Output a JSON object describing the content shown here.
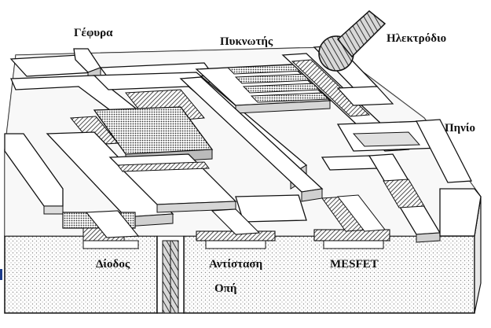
{
  "labels": {
    "bridge": "Γέφυρα",
    "capacitor": "Πυκνωτής",
    "electrode": "Ηλεκτρόδιο",
    "inductor": "Πηνίο",
    "diode": "Δίοδος",
    "resistor": "Αντίσταση",
    "mesfet": "MESFET",
    "via_hole": "Οπή"
  },
  "colors": {
    "ink": "#111111",
    "surface": "#f2f2f2",
    "substrate_dot": "#8a8a8a",
    "accent_mark": "#1b3c8c"
  }
}
